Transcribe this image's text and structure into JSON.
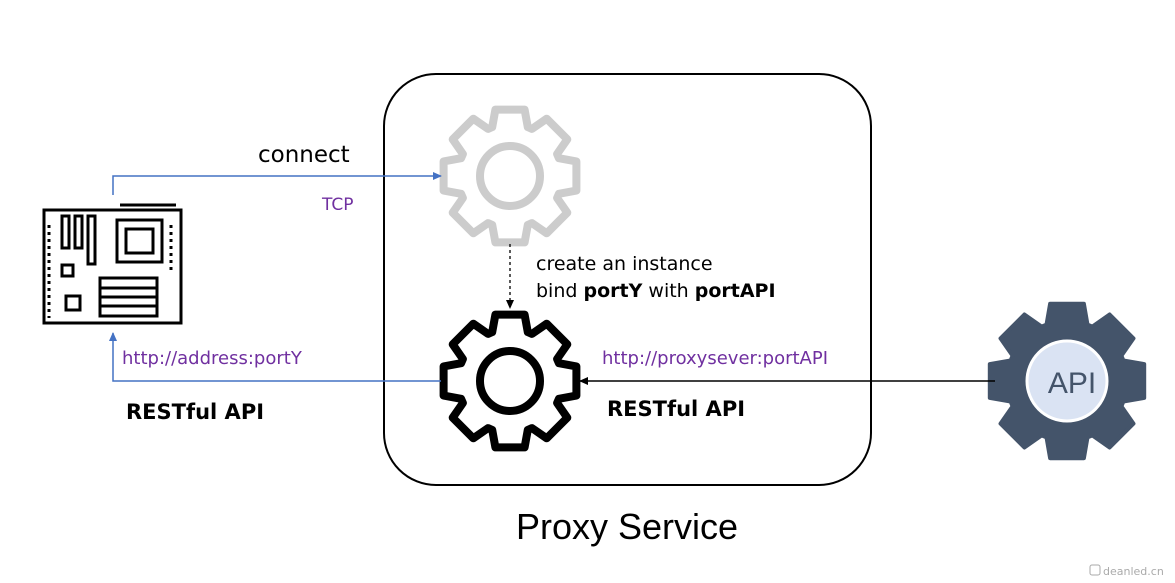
{
  "labels": {
    "connect": "connect",
    "tcp": "TCP",
    "create_instance_line1": "create an instance",
    "bind_prefix": "bind ",
    "bind_port_y": "portY",
    "bind_middle": " with ",
    "bind_port_api": "portAPI",
    "http_address": "http://address:portY",
    "http_proxy": "http://proxysever:portAPI",
    "restful_left": "RESTful API",
    "restful_center": "RESTful API",
    "proxy_service": "Proxy Service",
    "api_badge": "API",
    "watermark": "deanled.cn"
  },
  "colors": {
    "link_blue": "#4472c4",
    "label_purple": "#7030a0",
    "gear_gray": "#cccccc",
    "gear_black": "#000000",
    "api_gear": "#44546a",
    "api_circle": "#dae3f3"
  },
  "icons": {
    "device": "circuit-board-icon",
    "listener": "gear-icon",
    "instance": "gear-icon",
    "api": "api-gear-icon"
  }
}
